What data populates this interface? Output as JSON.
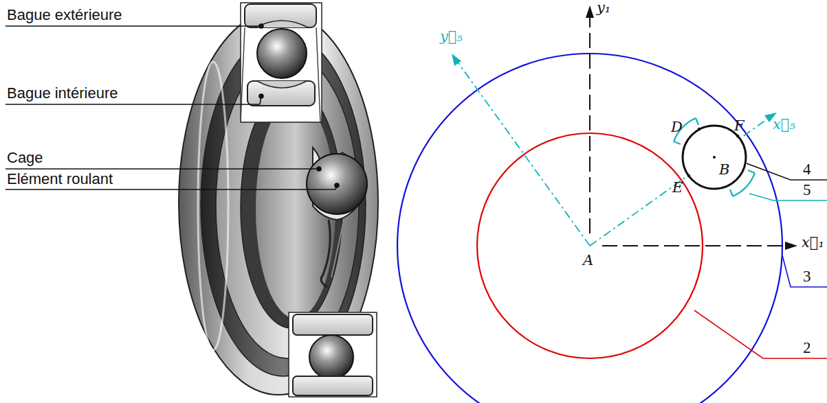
{
  "diagram": {
    "labels": [
      "Bague extérieure",
      "Bague intérieure",
      "Cage",
      "Elément roulant",
      "y₁",
      "y⃗₅",
      "x⃗₅",
      "D",
      "F",
      "B",
      "E",
      "A",
      "x⃗₁",
      "4",
      "5",
      "3",
      "2"
    ]
  }
}
